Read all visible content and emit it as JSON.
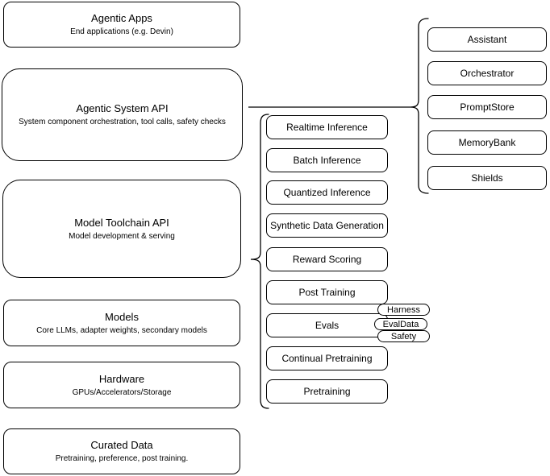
{
  "layers": [
    {
      "title": "Agentic Apps",
      "subtitle": "End applications (e.g. Devin)"
    },
    {
      "title": "Agentic System API",
      "subtitle": "System component orchestration, tool calls, safety checks"
    },
    {
      "title": "Model Toolchain API",
      "subtitle": "Model development & serving"
    },
    {
      "title": "Models",
      "subtitle": "Core LLMs, adapter weights, secondary models"
    },
    {
      "title": "Hardware",
      "subtitle": "GPUs/Accelerators/Storage"
    },
    {
      "title": "Curated Data",
      "subtitle": "Pretraining, preference, post training."
    }
  ],
  "toolchain_components": [
    "Realtime Inference",
    "Batch Inference",
    "Quantized Inference",
    "Synthetic Data Generation",
    "Reward Scoring",
    "Post Training",
    "Evals",
    "Continual Pretraining",
    "Pretraining"
  ],
  "eval_tags": [
    "Harness",
    "EvalData",
    "Safety"
  ],
  "system_components": [
    "Assistant",
    "Orchestrator",
    "PromptStore",
    "MemoryBank",
    "Shields"
  ],
  "colors": {
    "stroke": "#000000",
    "node_fill": "#ffffff",
    "background": "#ffffff"
  }
}
